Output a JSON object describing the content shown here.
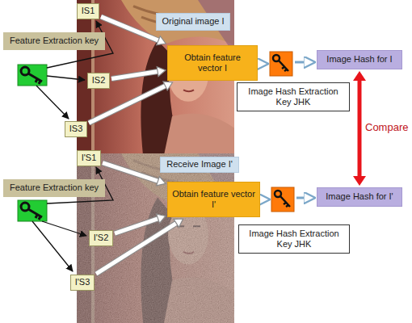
{
  "diagram": {
    "nodes": [
      {
        "text": [
          "IS1"
        ]
      },
      {
        "text": [
          "Feature Extraction key"
        ]
      },
      {
        "text": [
          "Original image I"
        ]
      },
      {
        "text": [
          "Obtain feature vector I"
        ]
      },
      {
        "text": [
          "Image Hash for I"
        ]
      },
      {
        "text": [
          "IS2"
        ]
      },
      {
        "text": [
          "Image Hash Extraction Key JHK"
        ]
      },
      {
        "text": [
          "IS3"
        ]
      },
      {
        "text": [
          "I'S1"
        ]
      },
      {
        "text": [
          "Receive Image I'"
        ]
      },
      {
        "text": [
          "Feature Extraction key"
        ]
      },
      {
        "text": [
          "Obtain feature vector I'"
        ]
      },
      {
        "text": [
          "Image Hash for I'"
        ]
      },
      {
        "text": [
          "I'S2"
        ]
      },
      {
        "text": [
          "Image Hash Extraction Key JHK"
        ]
      },
      {
        "text": [
          "I'S3"
        ]
      }
    ],
    "edges": [
      {
        "from": 0,
        "to": 3,
        "arrow": "to"
      },
      {
        "from": 5,
        "to": 3,
        "arrow": "to"
      },
      {
        "from": 7,
        "to": 3,
        "arrow": "to"
      },
      {
        "from": 4,
        "to": 12,
        "label": "Compare",
        "arrow": "both"
      },
      {
        "from": 8,
        "to": 11,
        "arrow": "to"
      },
      {
        "from": 13,
        "to": 11,
        "arrow": "to"
      },
      {
        "from": 15,
        "to": 11,
        "arrow": "to"
      }
    ]
  }
}
